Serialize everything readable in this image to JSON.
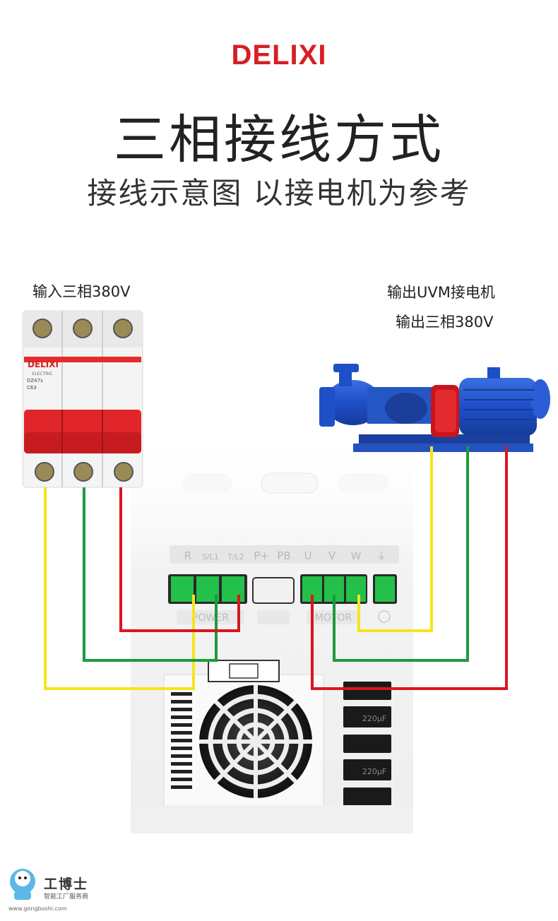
{
  "brand": "DELIXI",
  "title": "三相接线方式",
  "subtitle": "接线示意图 以接电机为参考",
  "labels": {
    "input": "输入三相380V",
    "output_line1": "输出UVM接电机",
    "output_line2": "输出三相380V"
  },
  "breaker": {
    "brand": "DELIXI",
    "sub": "ELECTRIC",
    "model": "DZ47s",
    "rating": "C63"
  },
  "inverter": {
    "terminals": [
      "R",
      "S/L1",
      "T/L2",
      "P+",
      "PB",
      "U",
      "V",
      "W",
      "⏚"
    ],
    "power_label": "POWER",
    "motor_label": "MOTOR",
    "capacitor_label": "220μF"
  },
  "wire_colors": {
    "yellow": "#f5e51b",
    "green": "#1e9a3c",
    "red": "#d9171f"
  },
  "watermark": {
    "name": "工博士",
    "tagline": "智能工厂服务商",
    "url": "www.gongboshi.com"
  }
}
